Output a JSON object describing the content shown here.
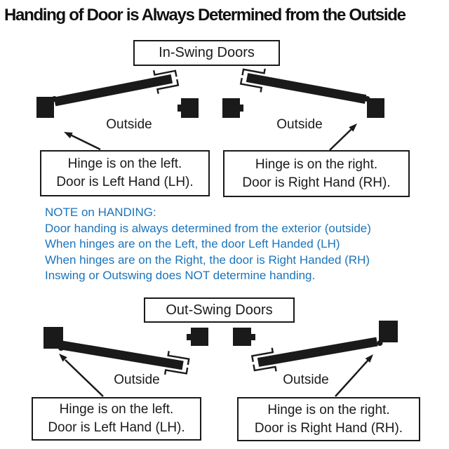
{
  "title": "Handing of Door is Always Determined from the Outside",
  "colors": {
    "ink": "#1a1a1a",
    "note_blue": "#1b74bb",
    "background": "#ffffff"
  },
  "icons": {
    "door-icon": "thick rotated black bar (door slab in plan view)",
    "hinge-jamb-icon": "solid black square (jamb on hinge side)",
    "strike-jamb-icon": "solid black square with small strike notch",
    "hinge-pivot-icon": "small black circle at door pivot",
    "latch-icon": "bracket strokes at door latch edge",
    "hinge-pointer-arrow-icon": "black arrow pointing to the hinge"
  },
  "inswing": {
    "label": "In-Swing Doors",
    "left_outside": "Outside",
    "right_outside": "Outside",
    "left_caption": [
      "Hinge is on the left.",
      "Door is Left Hand (LH)."
    ],
    "right_caption": [
      "Hinge is on the right.",
      "Door is Right Hand (RH)."
    ]
  },
  "note": {
    "lines": [
      "NOTE on HANDING:",
      "Door handing is always determined from the exterior (outside)",
      "When hinges are on the Left, the door Left Handed (LH)",
      "When hinges are on the Right, the door is Right Handed (RH)",
      "Inswing or Outswing does NOT determine handing."
    ]
  },
  "outswing": {
    "label": "Out-Swing Doors",
    "left_outside": "Outside",
    "right_outside": "Outside",
    "left_caption": [
      "Hinge is on the left.",
      "Door is Left Hand (LH)."
    ],
    "right_caption": [
      "Hinge is on the right.",
      "Door is Right Hand (RH)."
    ]
  }
}
